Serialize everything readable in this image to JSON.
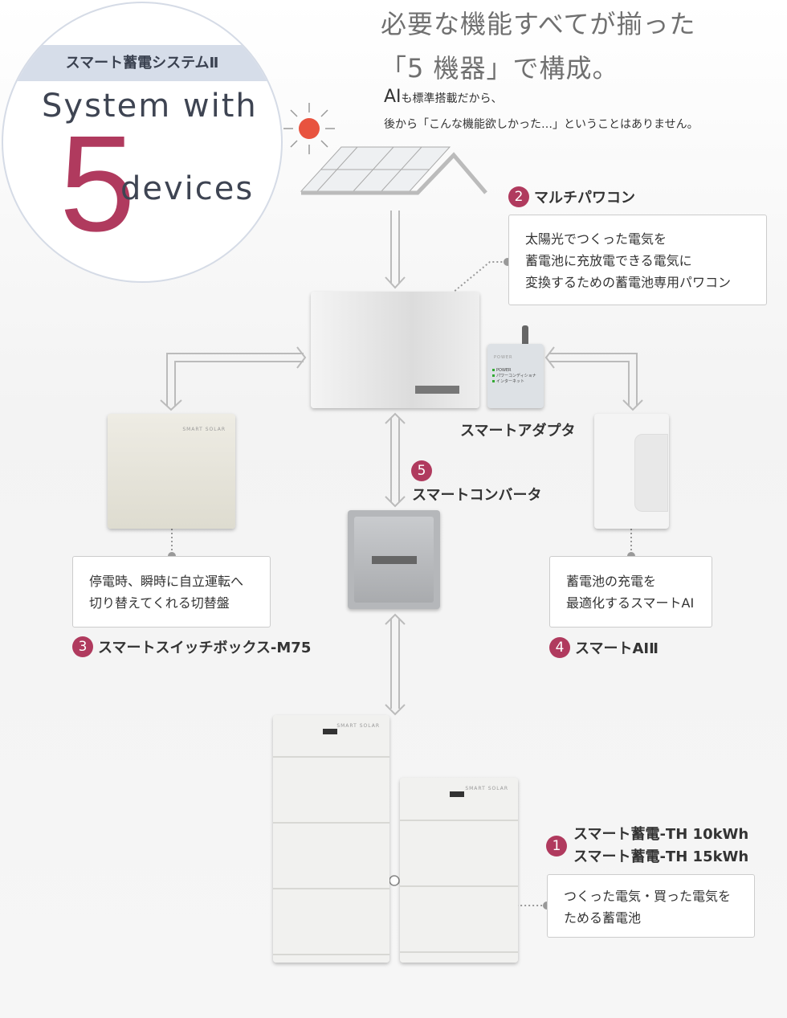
{
  "badge": {
    "series": "スマート蓄電システムⅡ",
    "line1": "System with",
    "number": "5",
    "line2": "devices"
  },
  "headline": {
    "line1": "必要な機能すべてが揃った",
    "line2": "「5 機器」で構成。"
  },
  "subtext": {
    "line1_ai": "AI",
    "line1_rest": "も標準搭載だから、",
    "line2": "後から「こんな機能欲しかった…」ということはありません。"
  },
  "devices": [
    {
      "num": "1",
      "name_lines": [
        "スマート蓄電-TH 10kWh",
        "スマート蓄電-TH 15kWh"
      ],
      "desc": [
        "つくった電気・買った電気を",
        "ためる蓄電池"
      ]
    },
    {
      "num": "2",
      "name": "マルチパワコン",
      "desc": [
        "太陽光でつくった電気を",
        "蓄電池に充放電できる電気に",
        "変換するための蓄電池専用パワコン"
      ]
    },
    {
      "num": "3",
      "name": "スマートスイッチボックス-M75",
      "desc": [
        "停電時、瞬時に自立運転へ",
        "切り替えてくれる切替盤"
      ]
    },
    {
      "num": "4",
      "name": "スマートAIⅡ",
      "desc": [
        "蓄電池の充電を",
        "最適化するスマートAI"
      ]
    },
    {
      "num": "5",
      "name": "スマートコンバータ"
    }
  ],
  "adapter": {
    "name": "スマートアダプタ",
    "screen": "POWER",
    "leds": [
      "POWER",
      "パワーコンディショナ",
      "インターネット"
    ]
  },
  "brand": "SMART SOLAR",
  "colors": {
    "accent": "#b03a5e",
    "badge_band": "#d6dde9",
    "sun": "#e8533f"
  }
}
